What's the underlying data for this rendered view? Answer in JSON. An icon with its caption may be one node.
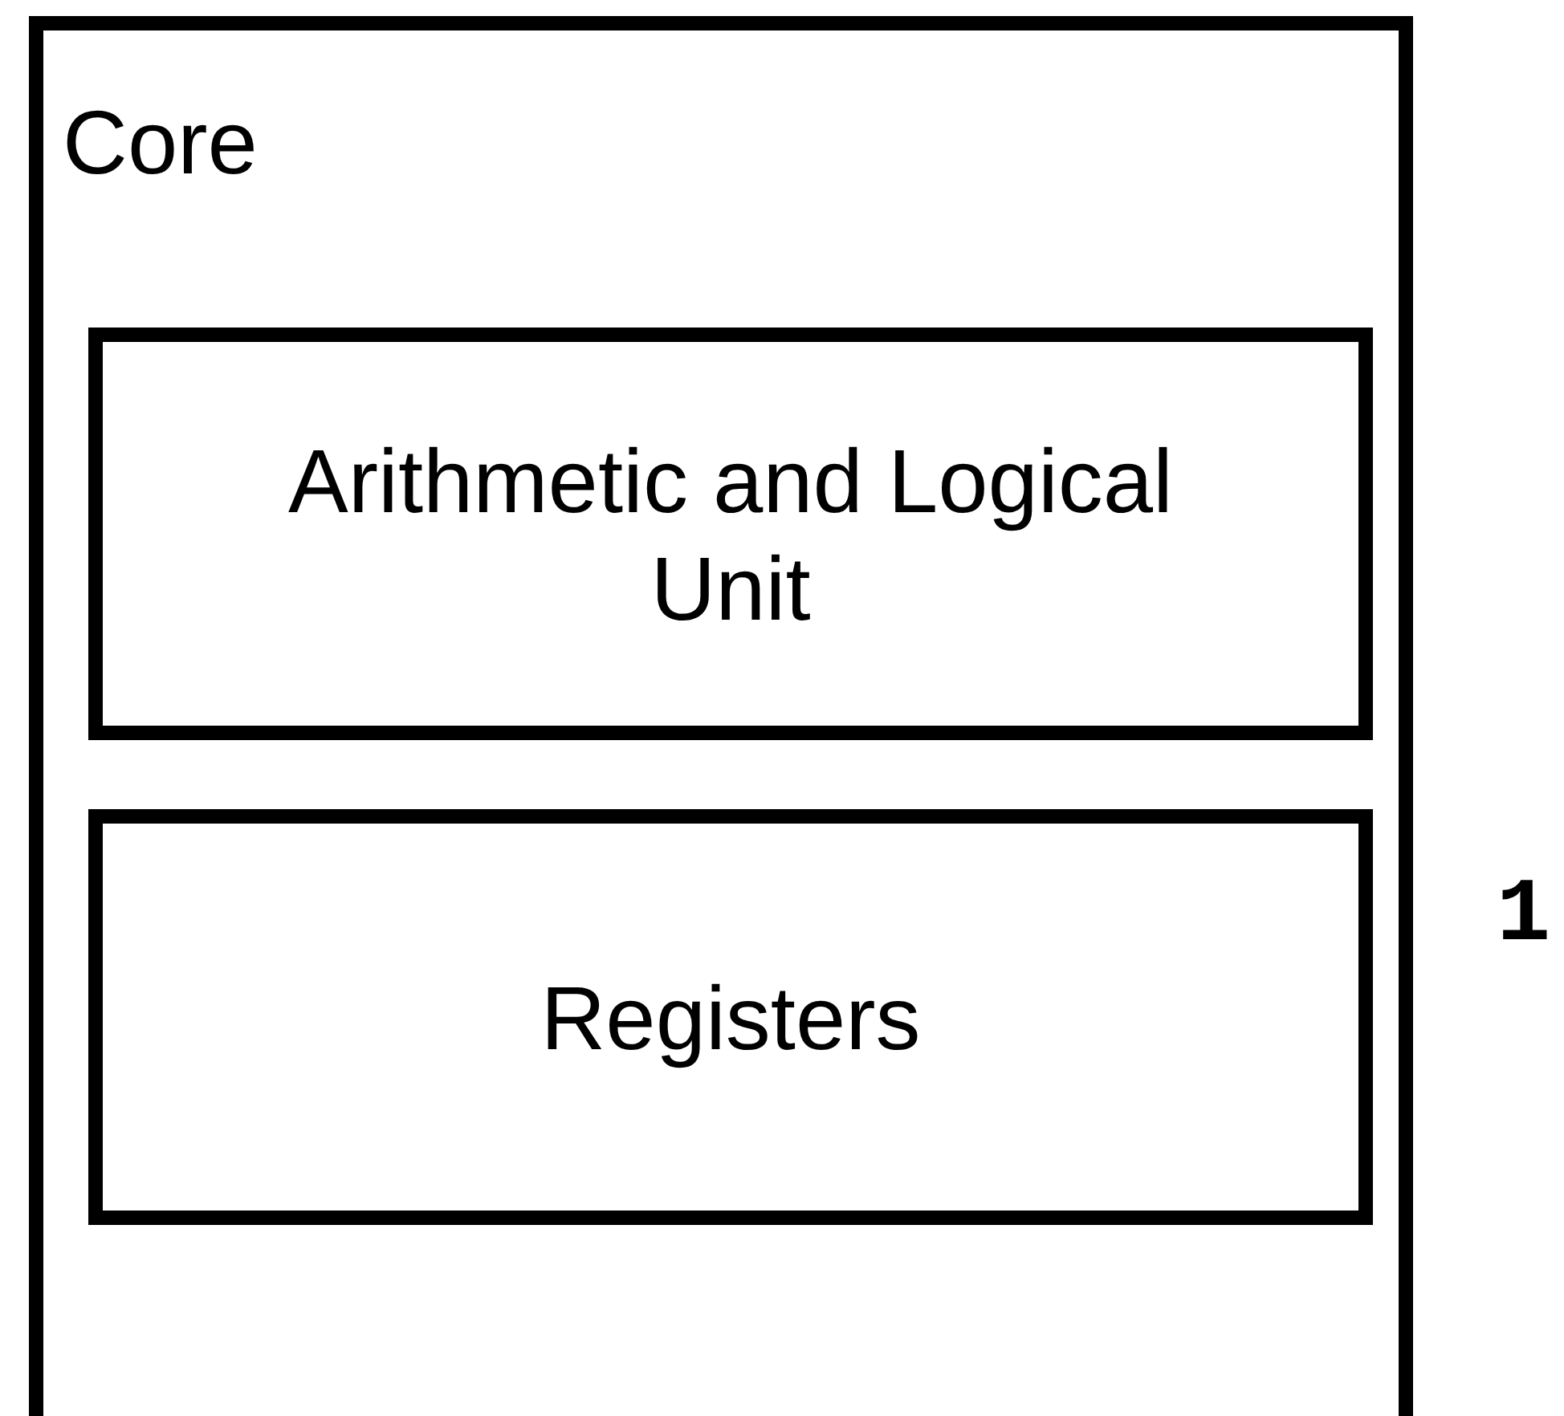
{
  "diagram": {
    "nodes": [
      {
        "text": [
          "Core"
        ]
      },
      {
        "text": [
          "Arithmetic and Logical Unit"
        ],
        "in": 0
      },
      {
        "text": [
          "Registers"
        ],
        "in": 0
      }
    ],
    "labels": [
      "1"
    ]
  }
}
